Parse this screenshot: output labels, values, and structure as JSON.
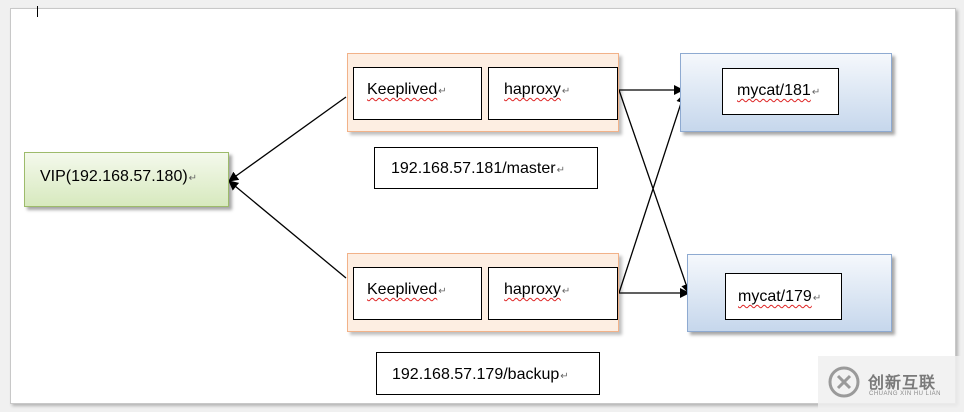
{
  "diagram": {
    "vip": {
      "label": "VIP(192.168.57.180)"
    },
    "nodes": [
      {
        "keepalived_label": "Keeplived",
        "haproxy_label": "haproxy",
        "address_label": "192.168.57.181/master"
      },
      {
        "keepalived_label": "Keeplived",
        "haproxy_label": "haproxy",
        "address_label": "192.168.57.179/backup"
      }
    ],
    "mycats": [
      {
        "label": "mycat/181"
      },
      {
        "label": "mycat/179"
      }
    ],
    "paragraph_mark": "↵"
  },
  "watermark": {
    "text": "创新互联",
    "subtext": "CHUANG XIN HU LIAN"
  },
  "colors": {
    "vip_fill": "#d7e9be",
    "vip_border": "#9dbb6b",
    "node_fill": "#fdeee2",
    "node_border": "#f2b289",
    "mycat_fill": "#c6d7ec",
    "mycat_border": "#8eaad1"
  }
}
